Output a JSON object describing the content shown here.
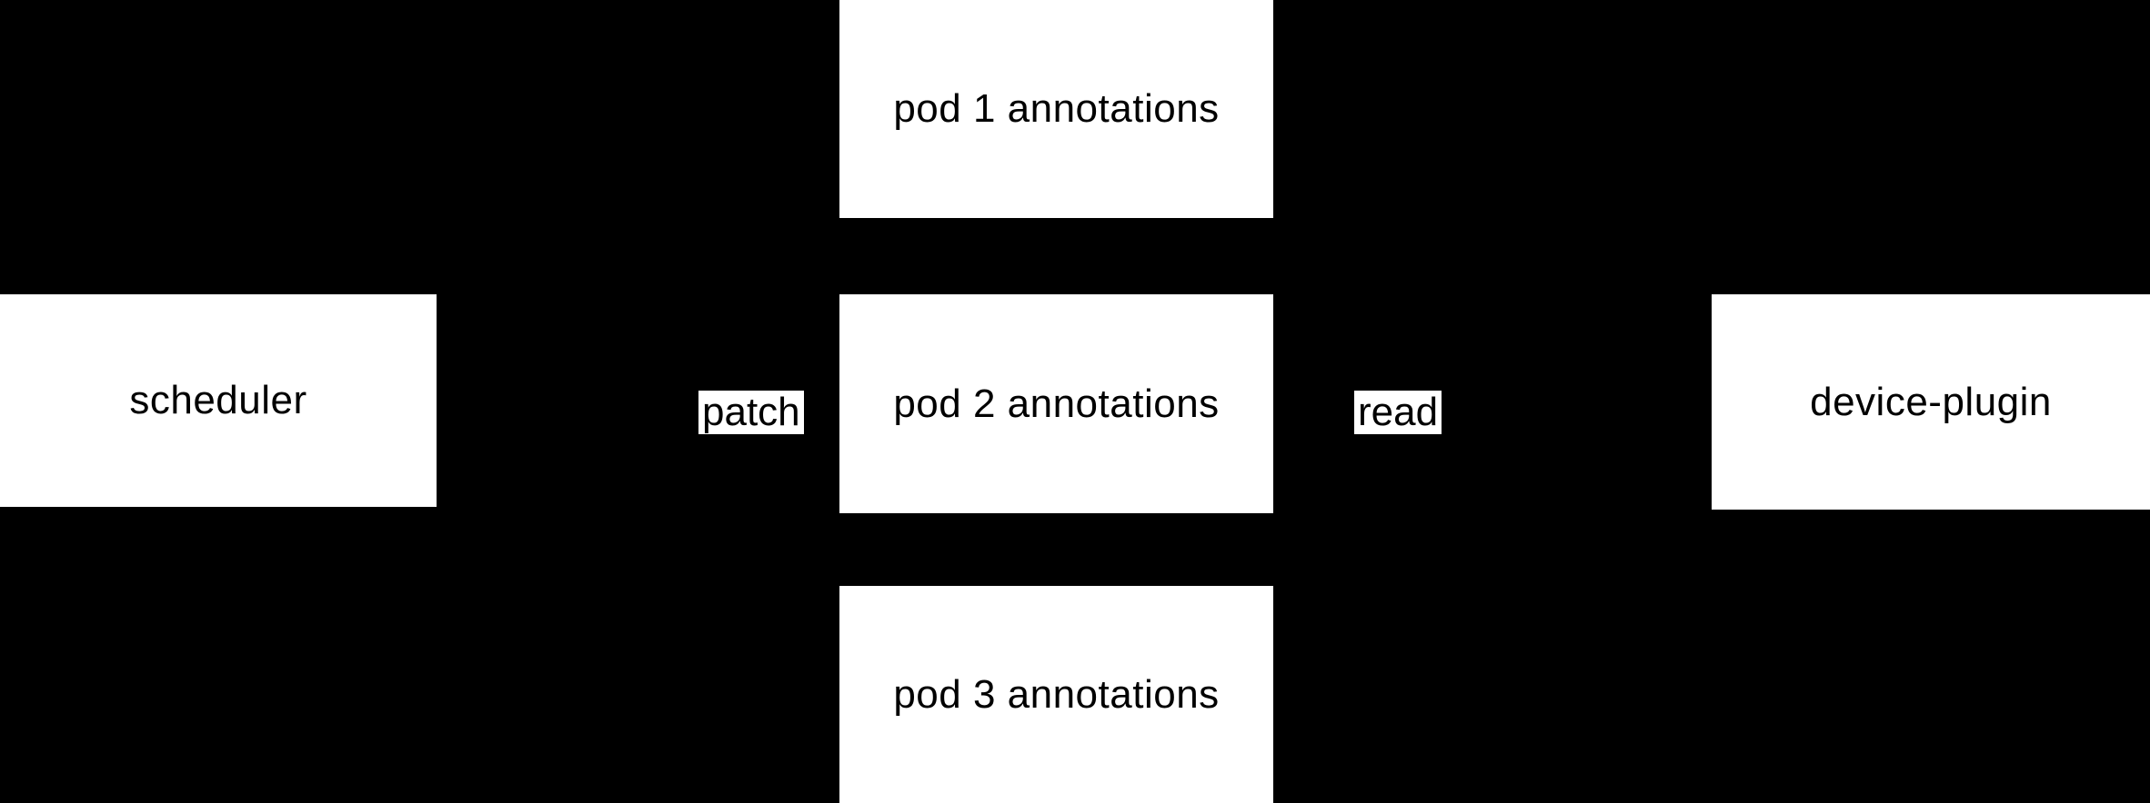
{
  "colors": {
    "bg": "#000000",
    "node-fill": "#ffffff",
    "node-text": "#000000"
  },
  "diagram": {
    "type": "flow-diagram",
    "description": "Scheduler patches pod annotations which are read by device-plugin",
    "nodes": [
      {
        "id": "scheduler",
        "label": "scheduler"
      },
      {
        "id": "pod1",
        "label": "pod 1 annotations"
      },
      {
        "id": "pod2",
        "label": "pod 2 annotations"
      },
      {
        "id": "pod3",
        "label": "pod 3 annotations"
      },
      {
        "id": "device-plugin",
        "label": "device-plugin"
      }
    ],
    "edge_labels": [
      {
        "id": "patch",
        "label": "patch",
        "from": "scheduler",
        "to": "pod annotations"
      },
      {
        "id": "read",
        "label": "read",
        "from": "pod annotations",
        "to": "device-plugin"
      }
    ]
  }
}
